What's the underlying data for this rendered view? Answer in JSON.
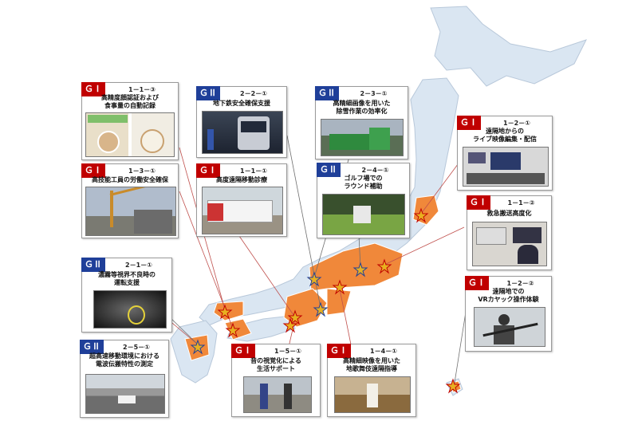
{
  "cards": [
    {
      "group": "ＧⅠ",
      "code": "1－1－③",
      "title1": "高精度顔認証および",
      "title2": "食事量の自動記録"
    },
    {
      "group": "ＧⅡ",
      "code": "2－2－①",
      "title1": "地下鉄安全確保支援"
    },
    {
      "group": "ＧⅡ",
      "code": "2－3－①",
      "title1": "高精細画像を用いた",
      "title2": "除雪作業の効率化"
    },
    {
      "group": "ＧⅠ",
      "code": "1－2－①",
      "title1": "遠隔地からの",
      "title2": "ライブ映像編集・配信"
    },
    {
      "group": "ＧⅠ",
      "code": "1－3－①",
      "title1": "高技能工員の労働安全確保"
    },
    {
      "group": "ＧⅠ",
      "code": "1－1－①",
      "title1": "高度遠隔移動診療"
    },
    {
      "group": "ＧⅡ",
      "code": "2－4－①",
      "title1": "ゴルフ場での",
      "title2": "ラウンド補助"
    },
    {
      "group": "ＧⅠ",
      "code": "1－1－②",
      "title1": "救急搬送高度化"
    },
    {
      "group": "ＧⅡ",
      "code": "2－1－①",
      "title1": "濃霧等視界不良時の",
      "title2": "運転支援"
    },
    {
      "group": "ＧⅠ",
      "code": "1－2－②",
      "title1": "遠隔地での",
      "title2": "VRカヤック操作体験"
    },
    {
      "group": "ＧⅡ",
      "code": "2－5－①",
      "title1": "超高速移動環境における",
      "title2": "電波伝搬特性の測定"
    },
    {
      "group": "ＧⅠ",
      "code": "1－5－①",
      "title1": "音の視覚化による",
      "title2": "生活サポート"
    },
    {
      "group": "ＧⅠ",
      "code": "1－4－①",
      "title1": "高精細映像を用いた",
      "title2": "地歌舞伎遠隔指導"
    }
  ],
  "colors": {
    "group1": "#c00000",
    "group2": "#1f3f99",
    "highlight": "#f0883a",
    "map": "#dae6f2",
    "star": "#e8b020"
  }
}
